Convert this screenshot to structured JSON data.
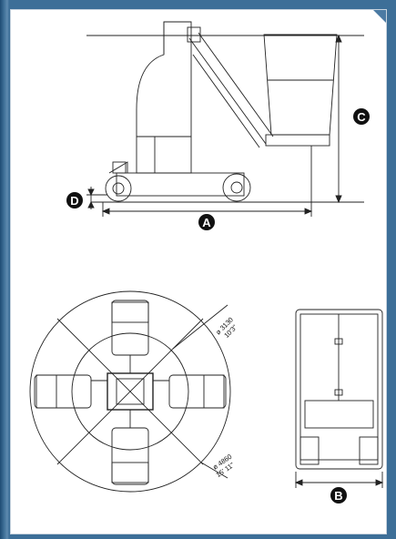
{
  "labels": {
    "a": "A",
    "b": "B",
    "c": "C",
    "d": "D"
  },
  "turning": {
    "inner_metric": "ø 3130",
    "inner_imperial": "10'3\"",
    "outer_metric": "ø 4860",
    "outer_imperial": "15' 11\""
  },
  "colors": {
    "background": "#2f5f86",
    "panel": "#ffffff",
    "line": "#222222",
    "badge": "#111111"
  }
}
